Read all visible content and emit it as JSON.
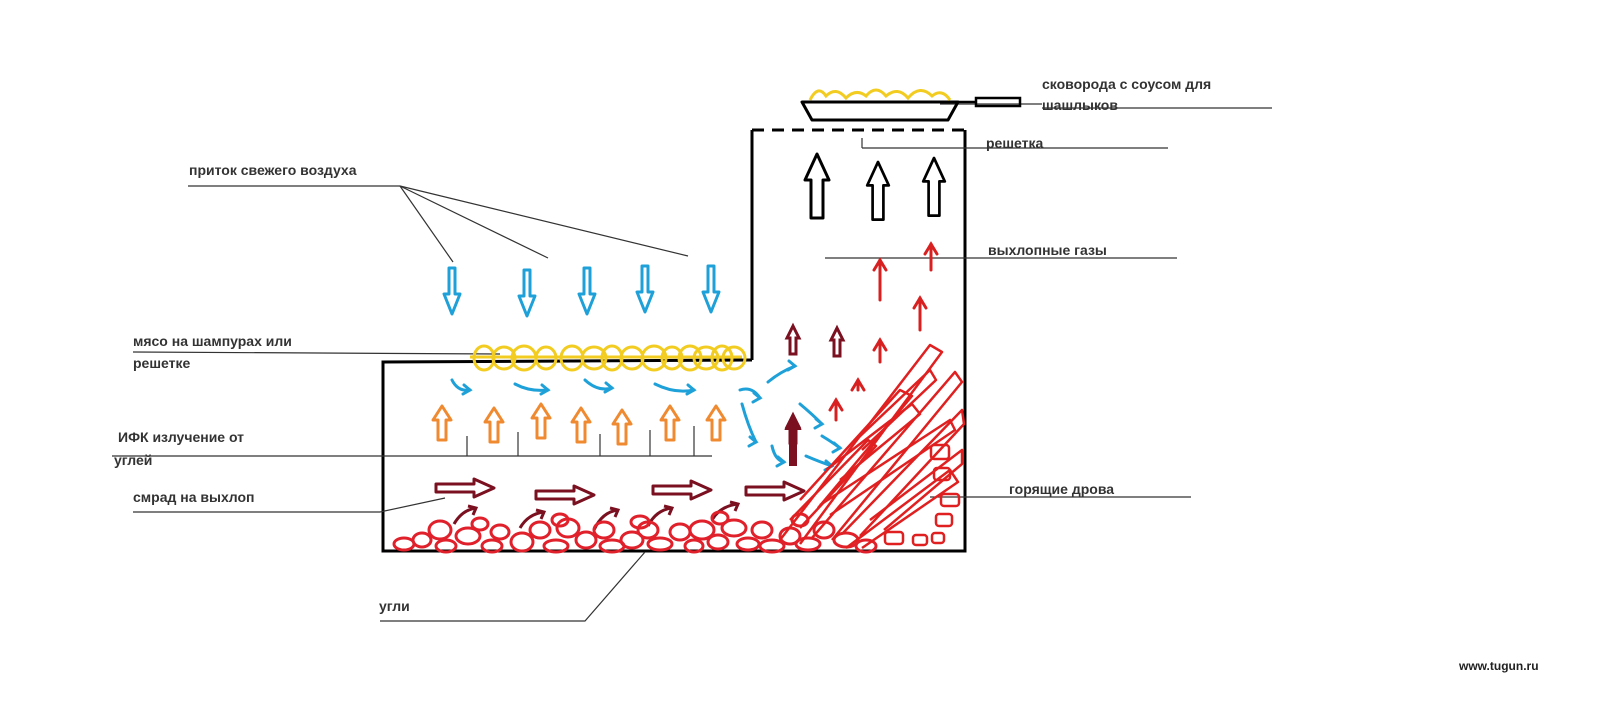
{
  "labels": {
    "fresh_air": "приток свежего воздуха",
    "meat_line1": "мясо на шампурах или",
    "meat_line2": "решетке",
    "ir_line1": "ИФК излучение от",
    "ir_line2": "углей",
    "stench": "смрад на выхлоп",
    "coals": "угли",
    "pan_line1": "сковорода с соусом для",
    "pan_line2": "шашлыков",
    "grate": "решетка",
    "exhaust": "выхлопные газы",
    "firewood": "горящие дрова"
  },
  "watermark": "www.tugun.ru",
  "colors": {
    "outline": "#000000",
    "fresh_air": "#1ea0d8",
    "infrared": "#f08a30",
    "stench": "#7a1020",
    "coals": "#e0202a",
    "fire": "#e02020",
    "food": "#f2cc20",
    "exhaust": "#d82020"
  }
}
